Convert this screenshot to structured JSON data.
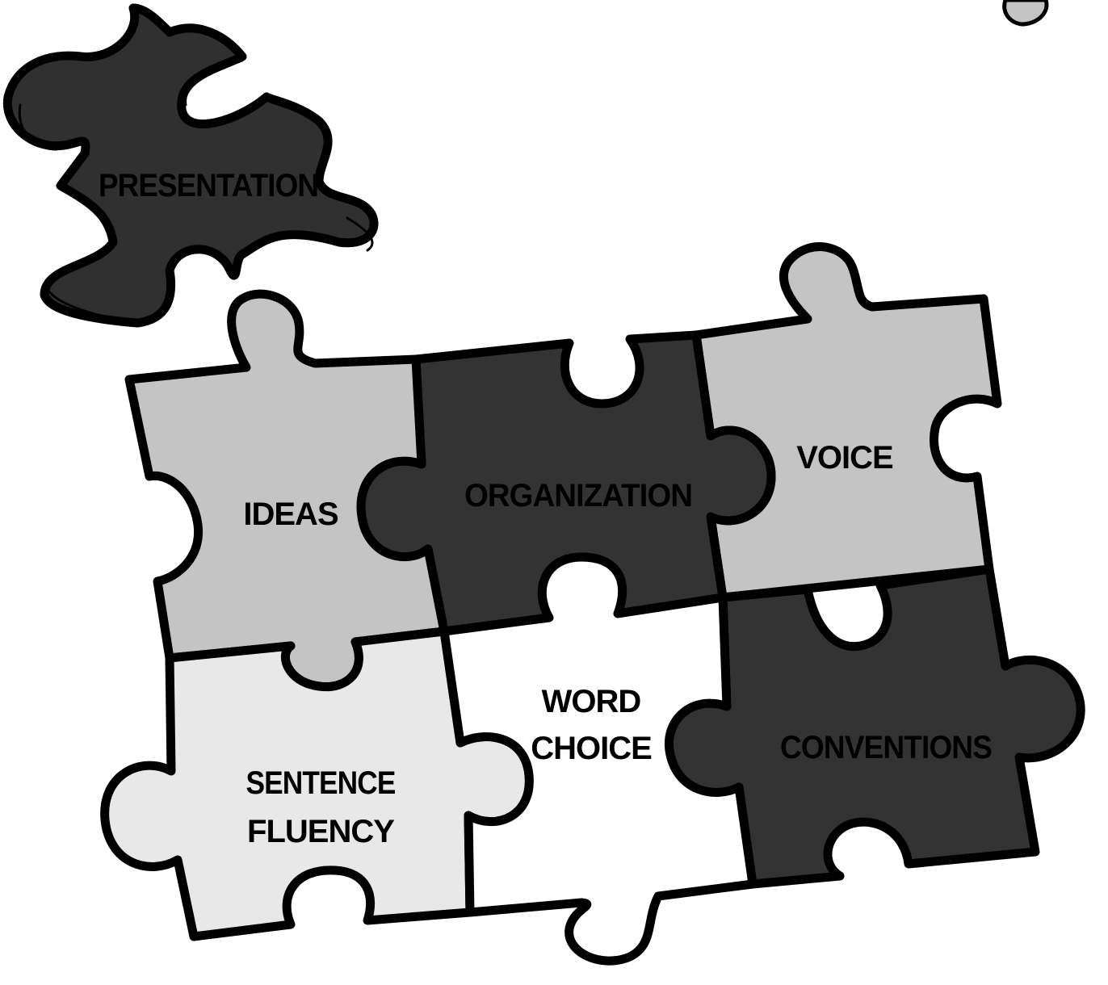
{
  "pieces": {
    "presentation": {
      "label": "PRESENTATION",
      "color": "#303030"
    },
    "ideas": {
      "label": "IDEAS",
      "color": "#c4c4c4"
    },
    "organization": {
      "label": "ORGANIZATION",
      "color": "#333333"
    },
    "voice": {
      "label": "VOICE",
      "color": "#c4c4c4"
    },
    "sentence_fluency": {
      "label_line1": "SENTENCE",
      "label_line2": "FLUENCY",
      "color": "#e8e8e8"
    },
    "word_choice": {
      "label_line1": "WORD",
      "label_line2": "CHOICE",
      "color": "#ffffff"
    },
    "conventions": {
      "label": "CONVENTIONS",
      "color": "#333333"
    }
  },
  "colors": {
    "outline": "#000000",
    "background": "#ffffff"
  }
}
